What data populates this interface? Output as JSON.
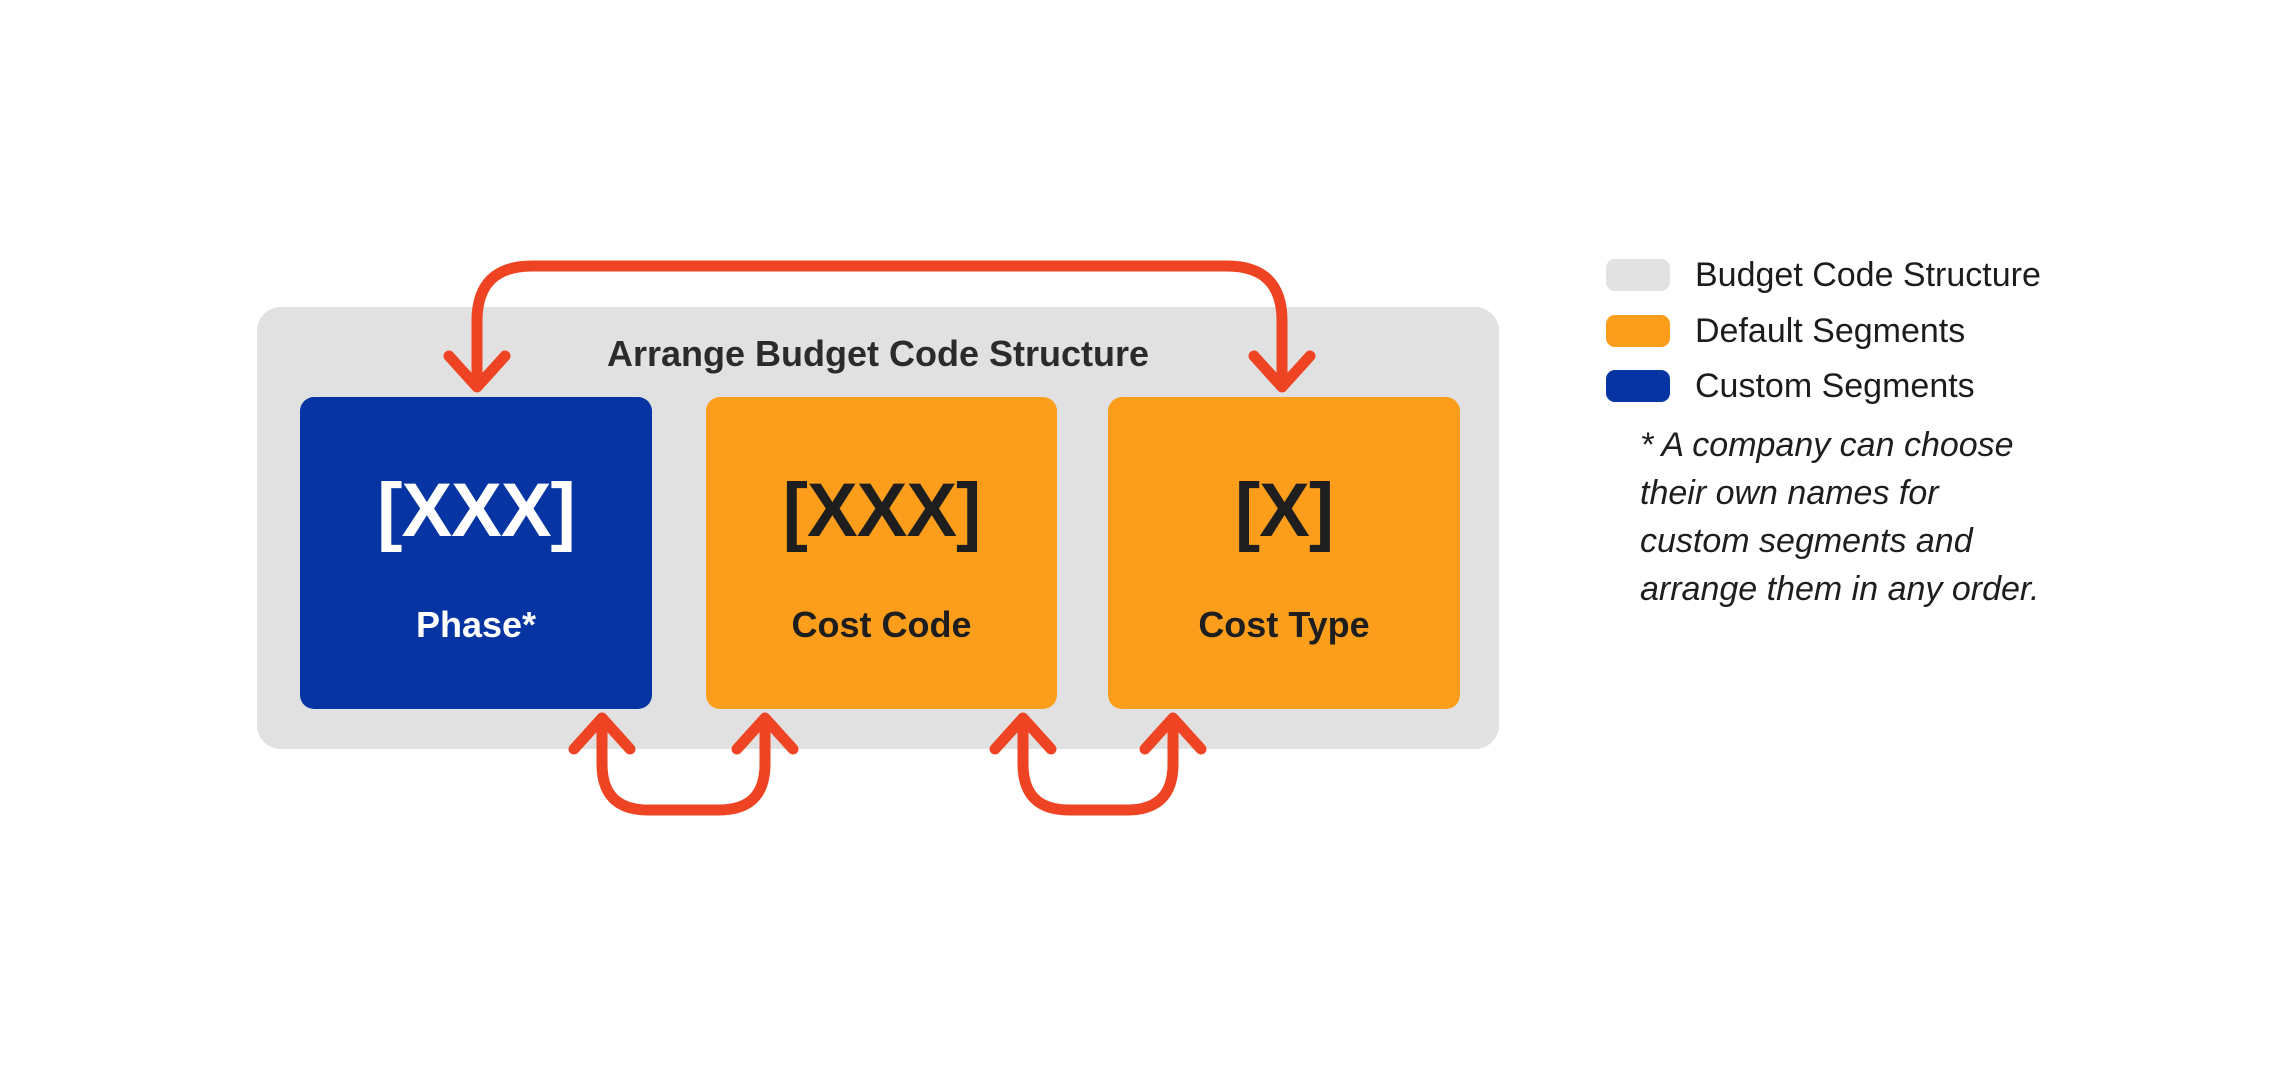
{
  "colors": {
    "canvas_bg": "#FFFFFF",
    "panel_bg": "#E1E1E1",
    "custom_segment": "#0635A3",
    "default_segment": "#FC9E1B",
    "arrow": "#EF4423",
    "text_dark": "#2B2B2B",
    "text_on_blue": "#FFFFFF"
  },
  "diagram": {
    "title": "Arrange Budget Code Structure",
    "boxes": [
      {
        "code": "[XXX]",
        "label": "Phase*",
        "segment_type": "custom"
      },
      {
        "code": "[XXX]",
        "label": "Cost Code",
        "segment_type": "default"
      },
      {
        "code": "[X]",
        "label": "Cost Type",
        "segment_type": "default"
      }
    ]
  },
  "legend": {
    "items": [
      {
        "label": "Budget Code Structure",
        "color": "#E1E1E1"
      },
      {
        "label": "Default Segments",
        "color": "#FC9E1B"
      },
      {
        "label": "Custom Segments",
        "color": "#0635A3"
      }
    ],
    "note_lines": [
      "* A company can choose",
      "their own names for",
      "custom segments and",
      "arrange them in any order."
    ]
  }
}
